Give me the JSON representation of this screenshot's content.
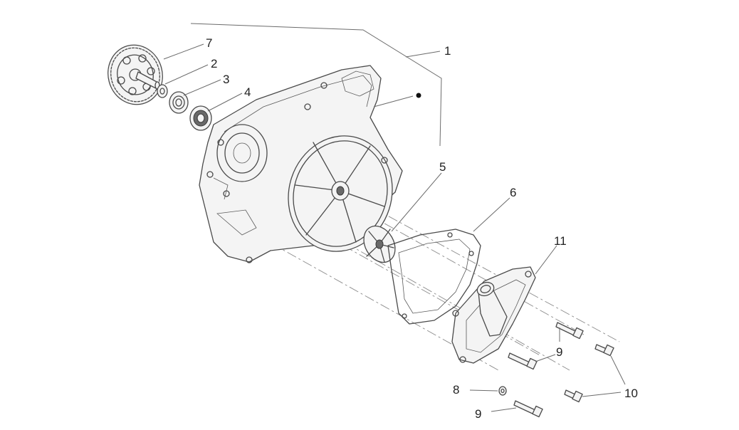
{
  "callouts": {
    "c1": "1",
    "c2": "2",
    "c3": "3",
    "c4": "4",
    "c5": "5",
    "c6": "6",
    "c7": "7",
    "c8": "8",
    "c9a": "9",
    "c9b": "9",
    "c10": "10",
    "c11": "11"
  },
  "colors": {
    "line": "#4a4a4a",
    "background": "#ffffff"
  }
}
